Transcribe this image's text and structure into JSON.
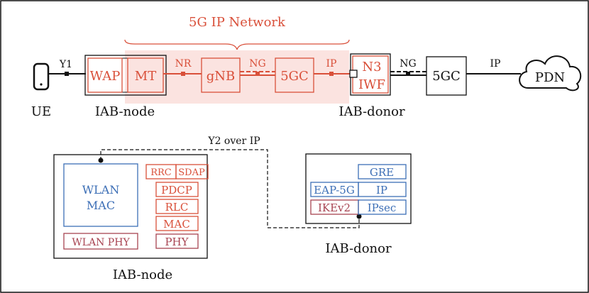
{
  "colors": {
    "red": "#d9503a",
    "blue": "#3d6fb6",
    "maroon": "#a84452",
    "shade": "#fbe3e0",
    "black": "#111111"
  },
  "top": {
    "network_title": "5G IP Network",
    "ue_label": "UE",
    "link_y1": "Y1",
    "wap": "WAP",
    "mt": "MT",
    "link_nr": "NR",
    "gnb": "gNB",
    "link_ng_1": "NG",
    "core_1": "5GC",
    "link_ip_1": "IP",
    "n3iwf_line1": "N3",
    "n3iwf_line2": "IWF",
    "link_ng_2": "NG",
    "core_2": "5GC",
    "link_ip_2": "IP",
    "pdn": "PDN",
    "iab_node_label": "IAB-node",
    "iab_donor_label": "IAB-donor"
  },
  "bottom": {
    "link_label": "Y2 over IP",
    "node": {
      "wlan_mac_line1": "WLAN",
      "wlan_mac_line2": "MAC",
      "wlan_phy": "WLAN PHY",
      "rrc": "RRC",
      "sdap": "SDAP",
      "pdcp": "PDCP",
      "rlc": "RLC",
      "mac": "MAC",
      "phy": "PHY",
      "caption": "IAB-node"
    },
    "donor": {
      "gre": "GRE",
      "eap5g": "EAP-5G",
      "ip": "IP",
      "ikev2": "IKEv2",
      "ipsec": "IPsec",
      "caption": "IAB-donor"
    }
  }
}
